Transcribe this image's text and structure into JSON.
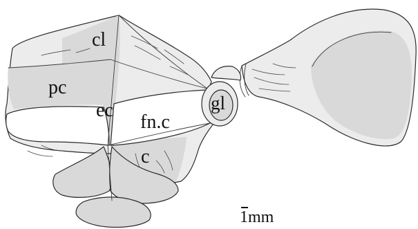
{
  "colors": {
    "fill_gray": "#d9d9d9",
    "fill_light": "#ececec",
    "outline": "#2a2a2a",
    "background": "#ffffff"
  },
  "labels": {
    "cl": "cl",
    "pc": "pc",
    "ec": "ec",
    "fnc": "fn.c",
    "gl": "gl",
    "c": "c"
  },
  "scale": {
    "label": "1mm"
  }
}
